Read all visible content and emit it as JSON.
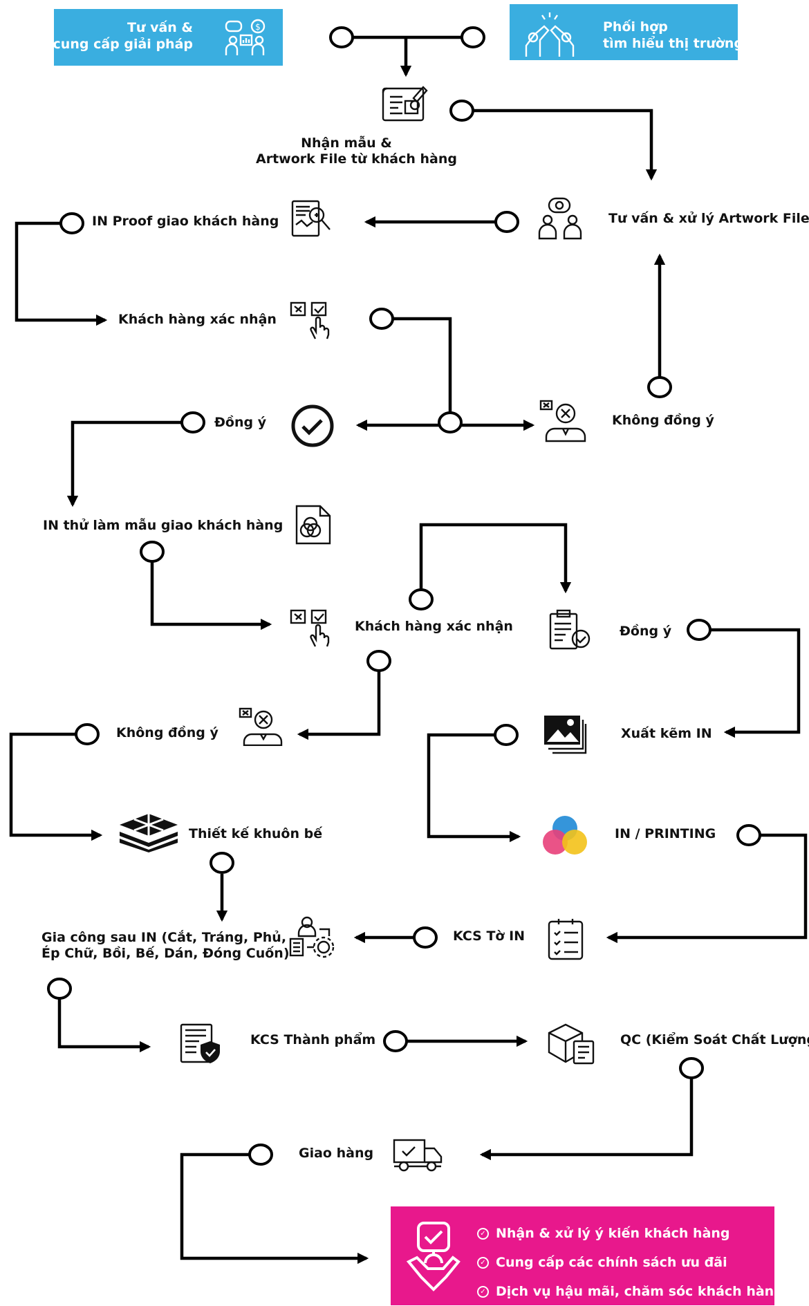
{
  "header": {
    "left_box": {
      "line1": "Tư vấn &",
      "line2": "cung cấp giải pháp"
    },
    "right_box": {
      "line1": "Phối hợp",
      "line2": "tìm hiểu thị trường"
    }
  },
  "steps": {
    "receive_samples": {
      "line1": "Nhận mẫu &",
      "line2": "Artwork File từ khách hàng"
    },
    "artwork_consult": "Tư vấn & xử lý Artwork File",
    "proof": "IN Proof giao khách hàng",
    "customer_confirm_1": "Khách hàng xác nhận",
    "agree_1": "Đồng ý",
    "disagree_1": "Không đồng ý",
    "sample_print": "IN thử làm mẫu giao khách hàng",
    "customer_confirm_2": "Khách hàng xác nhận",
    "agree_2": "Đồng ý",
    "disagree_2": "Không đồng ý",
    "die_design": "Thiết kế khuôn bế",
    "plate_output": "Xuất kẽm IN",
    "printing": "IN / PRINTING",
    "post_processing": {
      "line1": "Gia công sau IN (Cắt, Tráng, Phủ,",
      "line2": "Ép Chữ, Bồi, Bế, Dán, Đóng Cuốn)"
    },
    "kcs_sheet": "KCS Tờ IN",
    "kcs_finished": "KCS Thành phẩm",
    "qc": "QC (Kiểm Soát Chất Lượng)",
    "delivery": "Giao hàng"
  },
  "after_sales": {
    "items": [
      "Nhận & xử lý ý kiến khách hàng",
      "Cung cấp các chính sách ưu đãi",
      "Dịch vụ hậu mãi, chăm sóc khách hàng"
    ]
  },
  "colors": {
    "accent_blue": "#3aaee0",
    "accent_pink": "#e8188c",
    "line": "#000000"
  }
}
